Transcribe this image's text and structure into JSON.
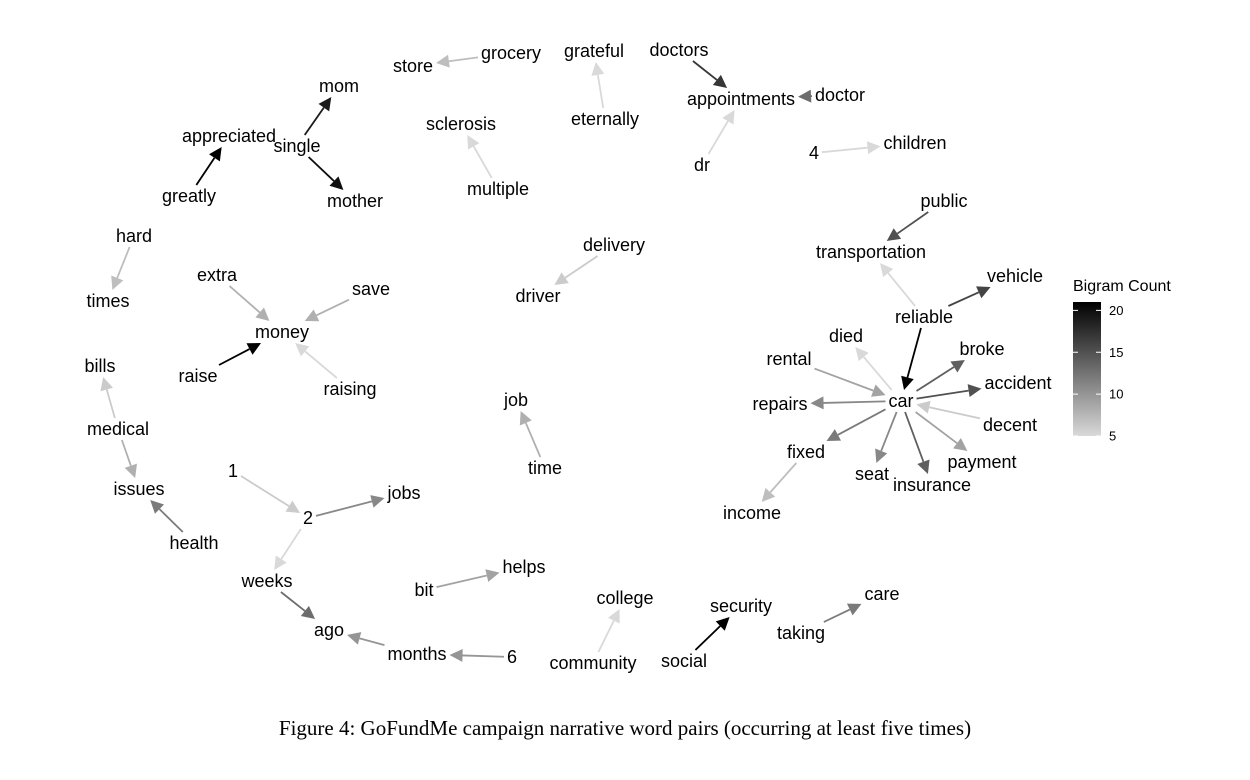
{
  "caption": "Figure 4: GoFundMe campaign narrative word pairs (occurring at least five times)",
  "legend": {
    "title": "Bigram Count",
    "ticks": [
      "20",
      "15",
      "10",
      "5"
    ],
    "tick_values": [
      20,
      15,
      10,
      5
    ],
    "range": [
      5,
      21
    ],
    "low_color": "#d9d9d9",
    "high_color": "#000000"
  },
  "nodes": {
    "store": "store",
    "grocery": "grocery",
    "grateful": "grateful",
    "eternally": "eternally",
    "doctors": "doctors",
    "appointments": "appointments",
    "doctor": "doctor",
    "dr": "dr",
    "mom": "mom",
    "appreciated": "appreciated",
    "single": "single",
    "greatly": "greatly",
    "mother": "mother",
    "sclerosis": "sclerosis",
    "multiple": "multiple",
    "n4": "4",
    "children": "children",
    "public": "public",
    "transportation": "transportation",
    "hard": "hard",
    "times": "times",
    "extra": "extra",
    "save": "save",
    "money": "money",
    "raise": "raise",
    "raising": "raising",
    "delivery": "delivery",
    "driver": "driver",
    "vehicle": "vehicle",
    "reliable": "reliable",
    "died": "died",
    "rental": "rental",
    "broke": "broke",
    "accident": "accident",
    "repairs": "repairs",
    "car": "car",
    "decent": "decent",
    "fixed": "fixed",
    "payment": "payment",
    "seat": "seat",
    "insurance": "insurance",
    "income": "income",
    "bills": "bills",
    "medical": "medical",
    "issues": "issues",
    "health": "health",
    "job": "job",
    "time": "time",
    "n1": "1",
    "n2": "2",
    "jobs": "jobs",
    "weeks": "weeks",
    "ago": "ago",
    "months": "months",
    "n6": "6",
    "bit": "bit",
    "helps": "helps",
    "college": "college",
    "community": "community",
    "security": "security",
    "social": "social",
    "taking": "taking",
    "care": "care"
  },
  "edges": [
    {
      "from": "grocery",
      "to": "store",
      "count": 7
    },
    {
      "from": "eternally",
      "to": "grateful",
      "count": 5
    },
    {
      "from": "doctors",
      "to": "appointments",
      "count": 17
    },
    {
      "from": "doctor",
      "to": "appointments",
      "count": 13
    },
    {
      "from": "dr",
      "to": "appointments",
      "count": 5
    },
    {
      "from": "single",
      "to": "mom",
      "count": 19
    },
    {
      "from": "single",
      "to": "mother",
      "count": 20
    },
    {
      "from": "greatly",
      "to": "appreciated",
      "count": 21
    },
    {
      "from": "multiple",
      "to": "sclerosis",
      "count": 5
    },
    {
      "from": "n4",
      "to": "children",
      "count": 5
    },
    {
      "from": "public",
      "to": "transportation",
      "count": 15
    },
    {
      "from": "reliable",
      "to": "transportation",
      "count": 5
    },
    {
      "from": "hard",
      "to": "times",
      "count": 7
    },
    {
      "from": "extra",
      "to": "money",
      "count": 8
    },
    {
      "from": "save",
      "to": "money",
      "count": 8
    },
    {
      "from": "raise",
      "to": "money",
      "count": 21
    },
    {
      "from": "raising",
      "to": "money",
      "count": 5
    },
    {
      "from": "delivery",
      "to": "driver",
      "count": 6
    },
    {
      "from": "reliable",
      "to": "vehicle",
      "count": 16
    },
    {
      "from": "reliable",
      "to": "car",
      "count": 21
    },
    {
      "from": "car",
      "to": "died",
      "count": 5
    },
    {
      "from": "rental",
      "to": "car",
      "count": 9
    },
    {
      "from": "car",
      "to": "broke",
      "count": 14
    },
    {
      "from": "car",
      "to": "accident",
      "count": 15
    },
    {
      "from": "car",
      "to": "repairs",
      "count": 11
    },
    {
      "from": "decent",
      "to": "car",
      "count": 6
    },
    {
      "from": "car",
      "to": "fixed",
      "count": 12
    },
    {
      "from": "car",
      "to": "payment",
      "count": 9
    },
    {
      "from": "car",
      "to": "seat",
      "count": 11
    },
    {
      "from": "car",
      "to": "insurance",
      "count": 14
    },
    {
      "from": "fixed",
      "to": "income",
      "count": 7
    },
    {
      "from": "medical",
      "to": "bills",
      "count": 6
    },
    {
      "from": "medical",
      "to": "issues",
      "count": 8
    },
    {
      "from": "health",
      "to": "issues",
      "count": 12
    },
    {
      "from": "time",
      "to": "job",
      "count": 8
    },
    {
      "from": "n1",
      "to": "n2",
      "count": 6
    },
    {
      "from": "n2",
      "to": "jobs",
      "count": 11
    },
    {
      "from": "n2",
      "to": "weeks",
      "count": 5
    },
    {
      "from": "weeks",
      "to": "ago",
      "count": 13
    },
    {
      "from": "months",
      "to": "ago",
      "count": 10
    },
    {
      "from": "n6",
      "to": "months",
      "count": 10
    },
    {
      "from": "bit",
      "to": "helps",
      "count": 9
    },
    {
      "from": "community",
      "to": "college",
      "count": 5
    },
    {
      "from": "social",
      "to": "security",
      "count": 21
    },
    {
      "from": "taking",
      "to": "care",
      "count": 12
    }
  ]
}
